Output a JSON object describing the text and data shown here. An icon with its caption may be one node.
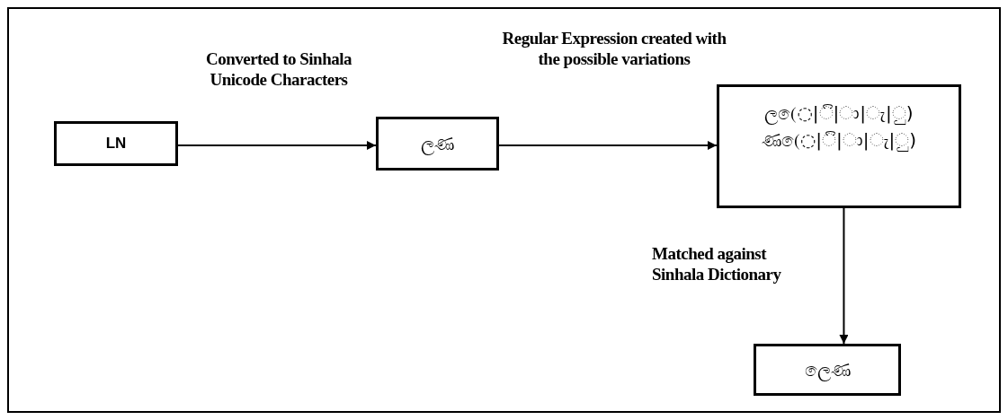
{
  "diagram": {
    "nodes": [
      {
        "text": [
          "LN"
        ]
      },
      {
        "text": [
          "ලණ"
        ]
      },
      {
        "text": [
          "ල(ෙ◌|◌ි|◌ා|◌ැ|◌ු)",
          "ණ(ෙ◌|◌ි|◌ා|◌ැ|◌ු)"
        ]
      },
      {
        "text": [
          "ලෙණ"
        ]
      }
    ],
    "edges": [
      {
        "from": 0,
        "to": 1,
        "arrow": "to",
        "label": "Converted to Sinhala Unicode Characters"
      },
      {
        "from": 1,
        "to": 2,
        "arrow": "to",
        "label": "Regular Expression created with the possible variations"
      },
      {
        "from": 2,
        "to": 3,
        "arrow": "to",
        "label": "Matched against Sinhala Dictionary"
      }
    ]
  }
}
